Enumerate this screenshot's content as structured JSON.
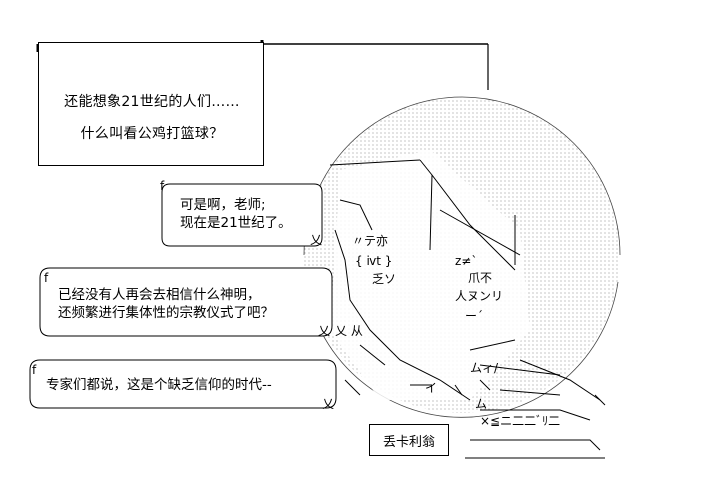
{
  "caption": {
    "line1": "还能想象21世纪的人们……",
    "line2": "什么叫看公鸡打篮球？"
  },
  "bubble1": {
    "line1": "可是啊，老师;",
    "line2": "现在是21世纪了。"
  },
  "bubble2": {
    "line1": "已经没有人再会去相信什么神明，",
    "line2": "还频繁进行集体性的宗教仪式了吧？"
  },
  "bubble3": {
    "line1": "专家们都说，这是个缺乏信仰的时代--"
  },
  "name_tag": {
    "label": "丢卡利翁"
  }
}
